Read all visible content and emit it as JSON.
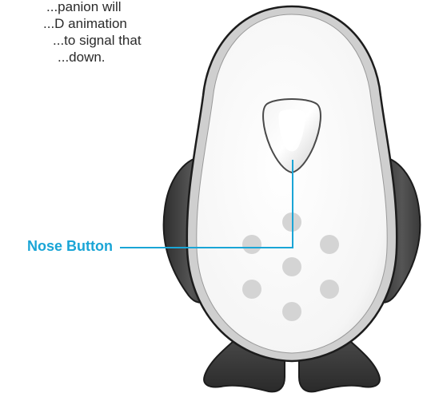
{
  "caption": {
    "lines": [
      "...panion will",
      "...D animation",
      "...to signal that",
      "...down."
    ]
  },
  "callout": {
    "label": "Nose Button"
  },
  "colors": {
    "accent": "#1aa5d6",
    "body_white": "#ffffff",
    "flipper_dark": "#3a3a3a",
    "dot_gray": "#d4d4d4",
    "outline": "#1c1c1c"
  }
}
